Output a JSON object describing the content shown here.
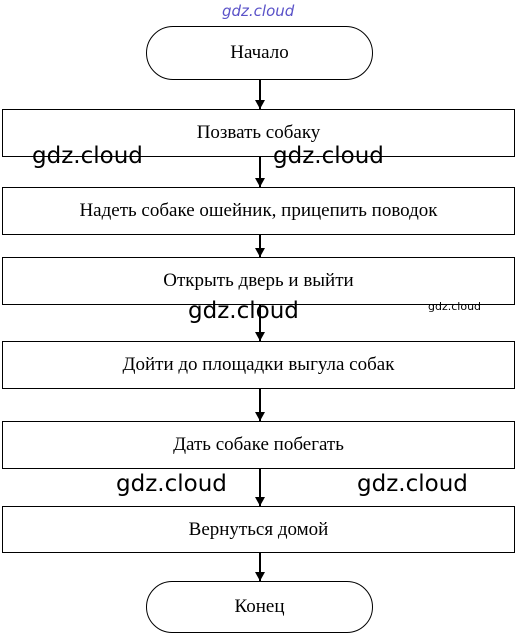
{
  "flowchart": {
    "start": "Начало",
    "steps": [
      "Позвать собаку",
      "Надеть собаке ошейник, прицепить поводок",
      "Открыть дверь и выйти",
      "Дойти до площадки выгула собак",
      "Дать собаке побегать",
      "Вернуться домой"
    ],
    "end": "Конец"
  },
  "watermark": {
    "text": "gdz.cloud"
  }
}
